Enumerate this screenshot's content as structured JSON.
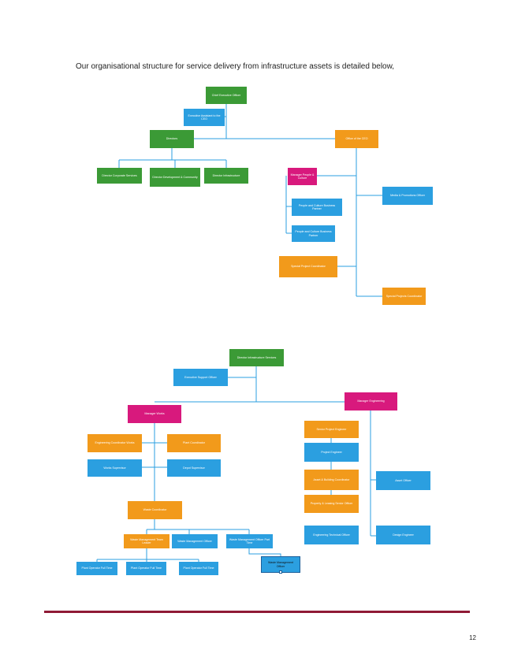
{
  "intro": "Our organisational structure for service delivery from infrastructure assets is detailed below,",
  "page_number": "12",
  "chart1": {
    "ceo": "Chief Executive Officer",
    "exec_assistant": "Executive Assistant to the CEO",
    "directors": "Directors",
    "office_ceo": "Office of the CEO",
    "dir_corporate": "Director Corporate Services",
    "dir_development": "Director Development & Community",
    "dir_infrastructure": "Director Infrastructure",
    "manager_people": "Manager People & Culture",
    "media_officer": "Media & Promotions Officer",
    "pc_partner_1": "People and Culture Business Partner",
    "pc_partner_2": "People and Culture Business Partner",
    "special_project_coord": "Special Project Coordinator",
    "special_projects_coord": "Special Projects Coordinator"
  },
  "chart2": {
    "dir_infra_services": "Director Infrastructure Services",
    "exec_support": "Executive Support Officer",
    "manager_engineering": "Manager Engineering",
    "manager_works": "Manager Works",
    "eng_coord_works": "Engineering Coordinator Works",
    "plant_coord": "Plant Coordinator",
    "works_supervisor": "Works Supervisor",
    "depot_supervisor": "Depot Supervisor",
    "waste_coord": "Waste Coordinator",
    "waste_team_leader": "Waste Management Team Leader",
    "waste_officer": "Waste Management Officer",
    "waste_officer_pt": "Waste Management Officer Part Time",
    "waste_officer_sel": "Waste Management Officer",
    "plant_op_1": "Plant Operator Full Time",
    "plant_op_2": "Plant Operator Full Time",
    "plant_op_3": "Plant Operator Full Time",
    "senior_project_eng": "Senior Project Engineer",
    "project_eng": "Project Engineer",
    "asset_building_coord": "Asset & Building Coordinator",
    "asset_officer": "Asset Officer",
    "property_leasing": "Property & Leasing Senior Officer",
    "eng_technical": "Engineering Technical Officer",
    "design_eng": "Design Engineer"
  },
  "colors": {
    "green": "#3b9a36",
    "blue": "#2b9fe0",
    "orange": "#f29a1b",
    "magenta": "#d8197d",
    "connector": "#2b9fe0",
    "footer_rule": "#8f1a35"
  }
}
